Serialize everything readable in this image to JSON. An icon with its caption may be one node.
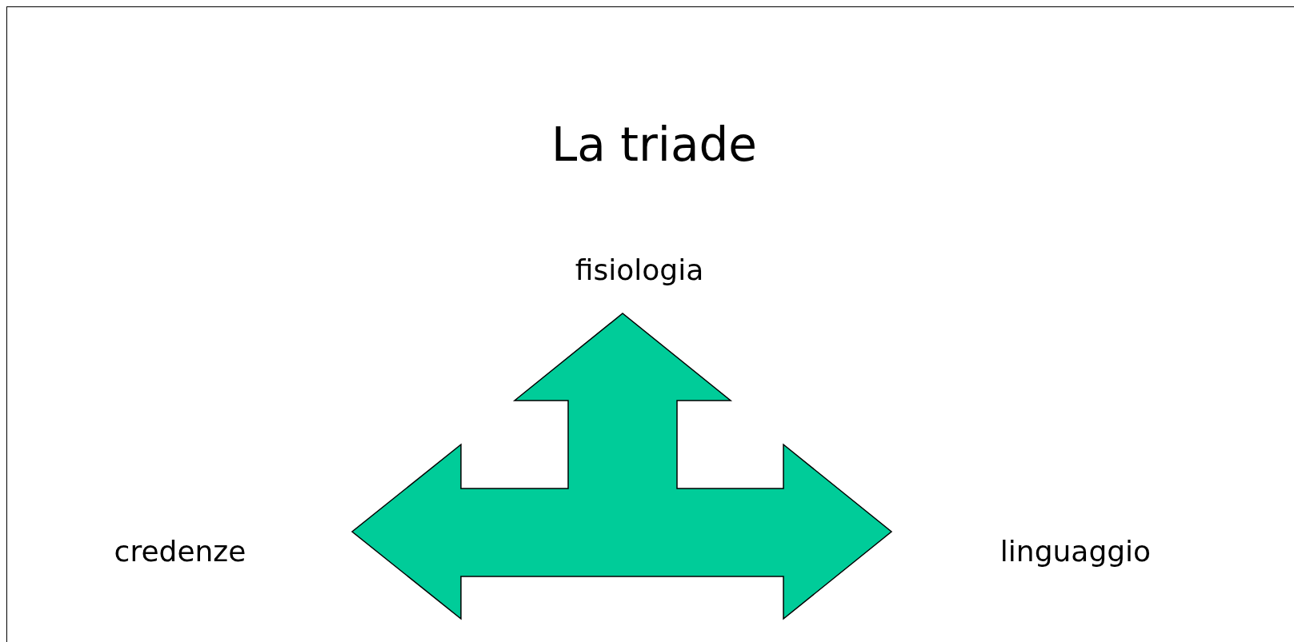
{
  "diagram": {
    "title": "La triade",
    "nodes": [
      {
        "text": [
          "fisiologia"
        ]
      },
      {
        "text": [
          "credenze"
        ]
      },
      {
        "text": [
          "linguaggio"
        ]
      }
    ],
    "edges": [
      {
        "from": 1,
        "to": 2,
        "arrow": "both"
      },
      {
        "from": null,
        "to": 0,
        "arrow": "to"
      }
    ]
  }
}
